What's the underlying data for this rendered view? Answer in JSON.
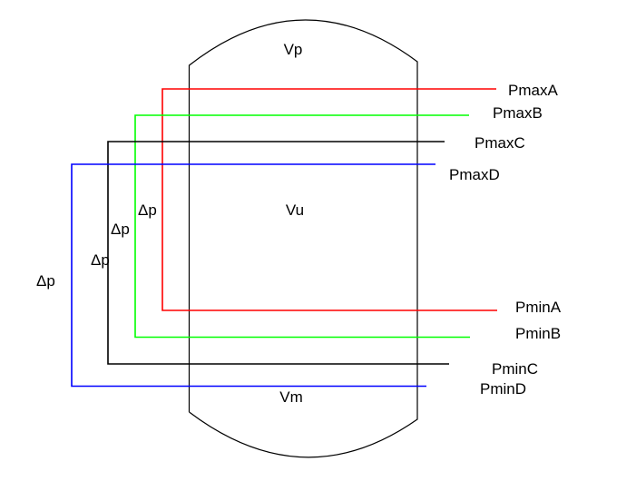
{
  "diagram": {
    "description": "Vessel pressure-volume diagram with four pressure range brackets",
    "background_color": "#ffffff",
    "vessel": {
      "outline_color": "#000000",
      "top_label": "Vp",
      "middle_label": "Vu",
      "bottom_label": "Vm"
    },
    "series": [
      {
        "id": "A",
        "color": "#ff0000",
        "pmax": "PmaxA",
        "pmin": "PminA",
        "dp": "Δp"
      },
      {
        "id": "B",
        "color": "#00ff00",
        "pmax": "PmaxB",
        "pmin": "PminB",
        "dp": "Δp"
      },
      {
        "id": "C",
        "color": "#000000",
        "pmax": "PmaxC",
        "pmin": "PminC",
        "dp": "Δp"
      },
      {
        "id": "D",
        "color": "#0000ff",
        "pmax": "PmaxD",
        "pmin": "PminD",
        "dp": "Δp"
      }
    ]
  }
}
